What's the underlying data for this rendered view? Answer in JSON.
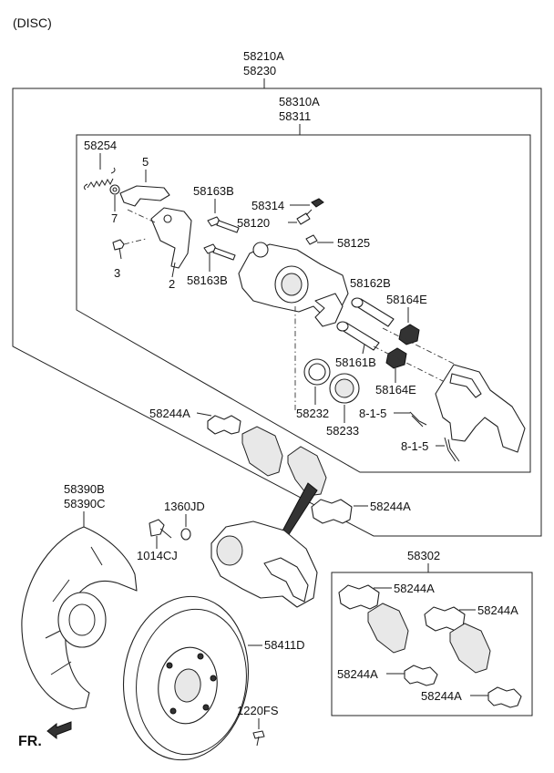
{
  "title": "(DISC)",
  "labels": {
    "l58210A": "58210A",
    "l58230": "58230",
    "l58310A": "58310A",
    "l58311": "58311",
    "l58254": "58254",
    "l5": "5",
    "l7": "7",
    "l3": "3",
    "l2": "2",
    "l58163B_top": "58163B",
    "l58163B_bot": "58163B",
    "l58314": "58314",
    "l58120": "58120",
    "l58125": "58125",
    "l58162B": "58162B",
    "l58164E_top": "58164E",
    "l58161B": "58161B",
    "l58164E_bot": "58164E",
    "l58232": "58232",
    "l58233": "58233",
    "l8_1_5_a": "8-1-5",
    "l8_1_5_b": "8-1-5",
    "l58244A_1": "58244A",
    "l58244A_2": "58244A",
    "l58390B": "58390B",
    "l58390C": "58390C",
    "l1360JD": "1360JD",
    "l1014CJ": "1014CJ",
    "l58411D": "58411D",
    "l1220FS": "1220FS",
    "l58302": "58302",
    "l58244A_3": "58244A",
    "l58244A_4": "58244A",
    "l58244A_5": "58244A",
    "l58244A_6": "58244A",
    "fr": "FR."
  }
}
